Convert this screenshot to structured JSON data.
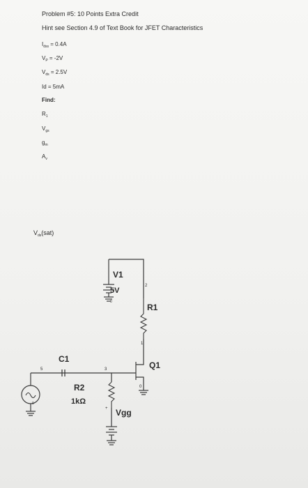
{
  "problem": {
    "title": "Problem #5: 10 Points Extra Credit",
    "hint": "Hint see Section 4.9 of Text Book for JFET Characteristics",
    "given": {
      "idss": {
        "sym": "I",
        "sub": "dss",
        "val": " = 0.4A"
      },
      "vp": {
        "sym": "V",
        "sub": "P",
        "val": " = -2V"
      },
      "vds": {
        "sym": "V",
        "sub": "ds",
        "val": " = 2.5V"
      },
      "id": {
        "text": "Id = 5mA"
      }
    },
    "find_label": "Find:",
    "find": {
      "r1": {
        "sym": "R",
        "sub": "1"
      },
      "vgs": {
        "sym": "V",
        "sub": "gs"
      },
      "gm": {
        "sym": "g",
        "sub": "m"
      },
      "av": {
        "sym": "A",
        "sub": "v"
      }
    },
    "vdssat": {
      "sym": "V",
      "sub": "ds",
      "rest": "(sat)"
    }
  },
  "circuit": {
    "v1_name": "V1",
    "v1_value": "5V",
    "r1_name": "R1",
    "q1_name": "Q1",
    "c1_name": "C1",
    "r2_name": "R2",
    "r2_value": "1kΩ",
    "vgg_name": "Vgg",
    "node_labels": {
      "n2": "2",
      "n1": "1",
      "n5": "5",
      "n3": "3",
      "n0_q1": "0",
      "n0_v1": "0",
      "n0_src": "0",
      "plus": "+"
    }
  }
}
